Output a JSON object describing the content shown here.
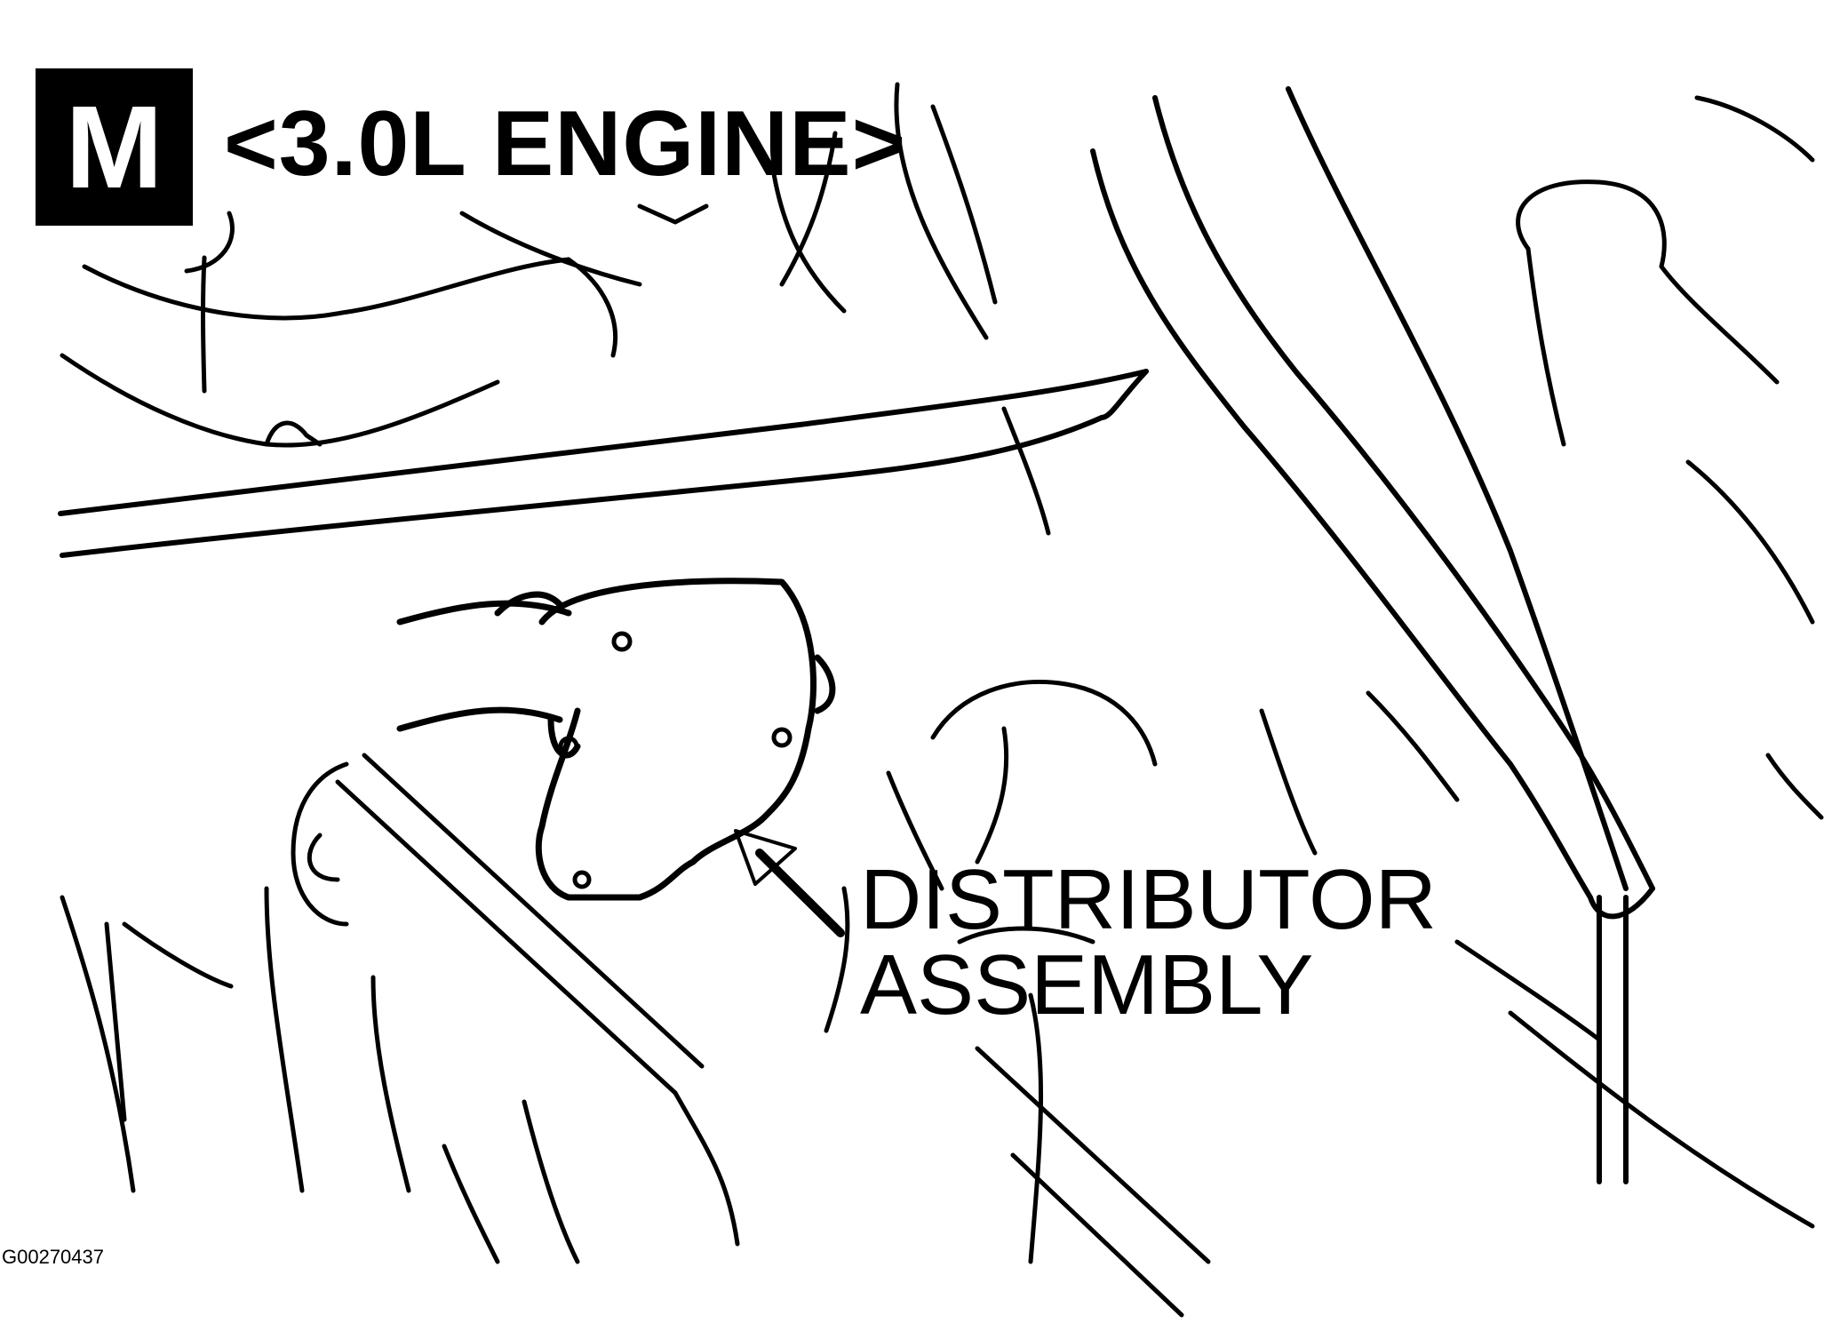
{
  "badge": {
    "letter": "M"
  },
  "heading": {
    "text": "<3.0L ENGINE>"
  },
  "callout": {
    "line1": "DISTRIBUTOR",
    "line2": "ASSEMBLY"
  },
  "figure_code": "G00270437",
  "colors": {
    "ink": "#000000",
    "paper": "#ffffff"
  }
}
